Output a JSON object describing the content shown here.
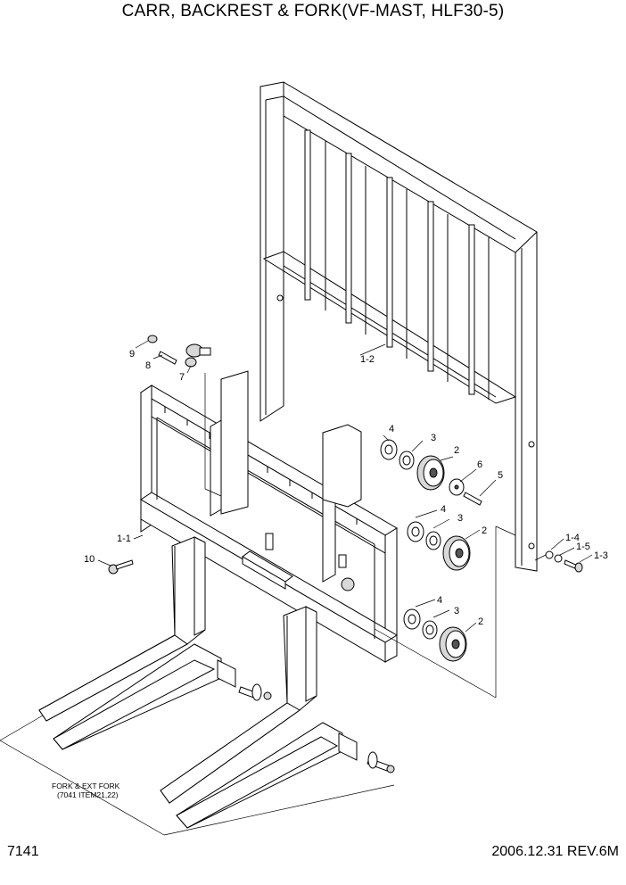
{
  "title": "CARR, BACKREST & FORK(VF-MAST, HLF30-5)",
  "page_number": "7141",
  "date_revision": "2006.12.31  REV.6M",
  "callouts": {
    "c9": "9",
    "c8": "8",
    "c7": "7",
    "c1_2": "1-2",
    "c4a": "4",
    "c3a": "3",
    "c2a": "2",
    "c6": "6",
    "c5": "5",
    "c4b": "4",
    "c3b": "3",
    "c2b": "2",
    "c4c": "4",
    "c3c": "3",
    "c2c": "2",
    "c1_1": "1-1",
    "c10": "10",
    "c1_4": "1-4",
    "c1_5": "1-5",
    "c1_3": "1-3"
  },
  "fork_note": {
    "line1": "FORK & EXT FORK",
    "line2": "(7041 ITEM21,22)"
  }
}
